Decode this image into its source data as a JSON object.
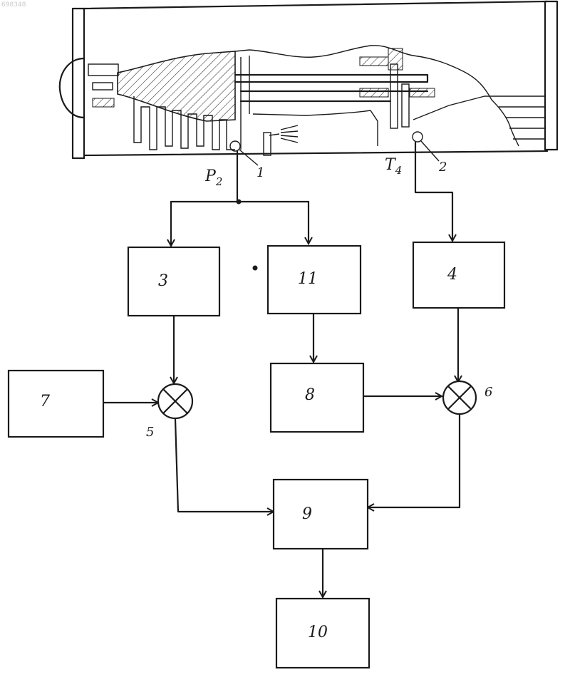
{
  "watermark": "698348",
  "engine": {
    "sensor_1_label": "1",
    "sensor_2_label": "2",
    "pressure_label": "P",
    "pressure_sub": "2",
    "temperature_label": "T",
    "temperature_sub": "4"
  },
  "blocks": {
    "b3": "3",
    "b11": "11",
    "b4": "4",
    "b7": "7",
    "b8": "8",
    "b9": "9",
    "b10": "10"
  },
  "summators": {
    "s5": "5",
    "s6": "6"
  }
}
